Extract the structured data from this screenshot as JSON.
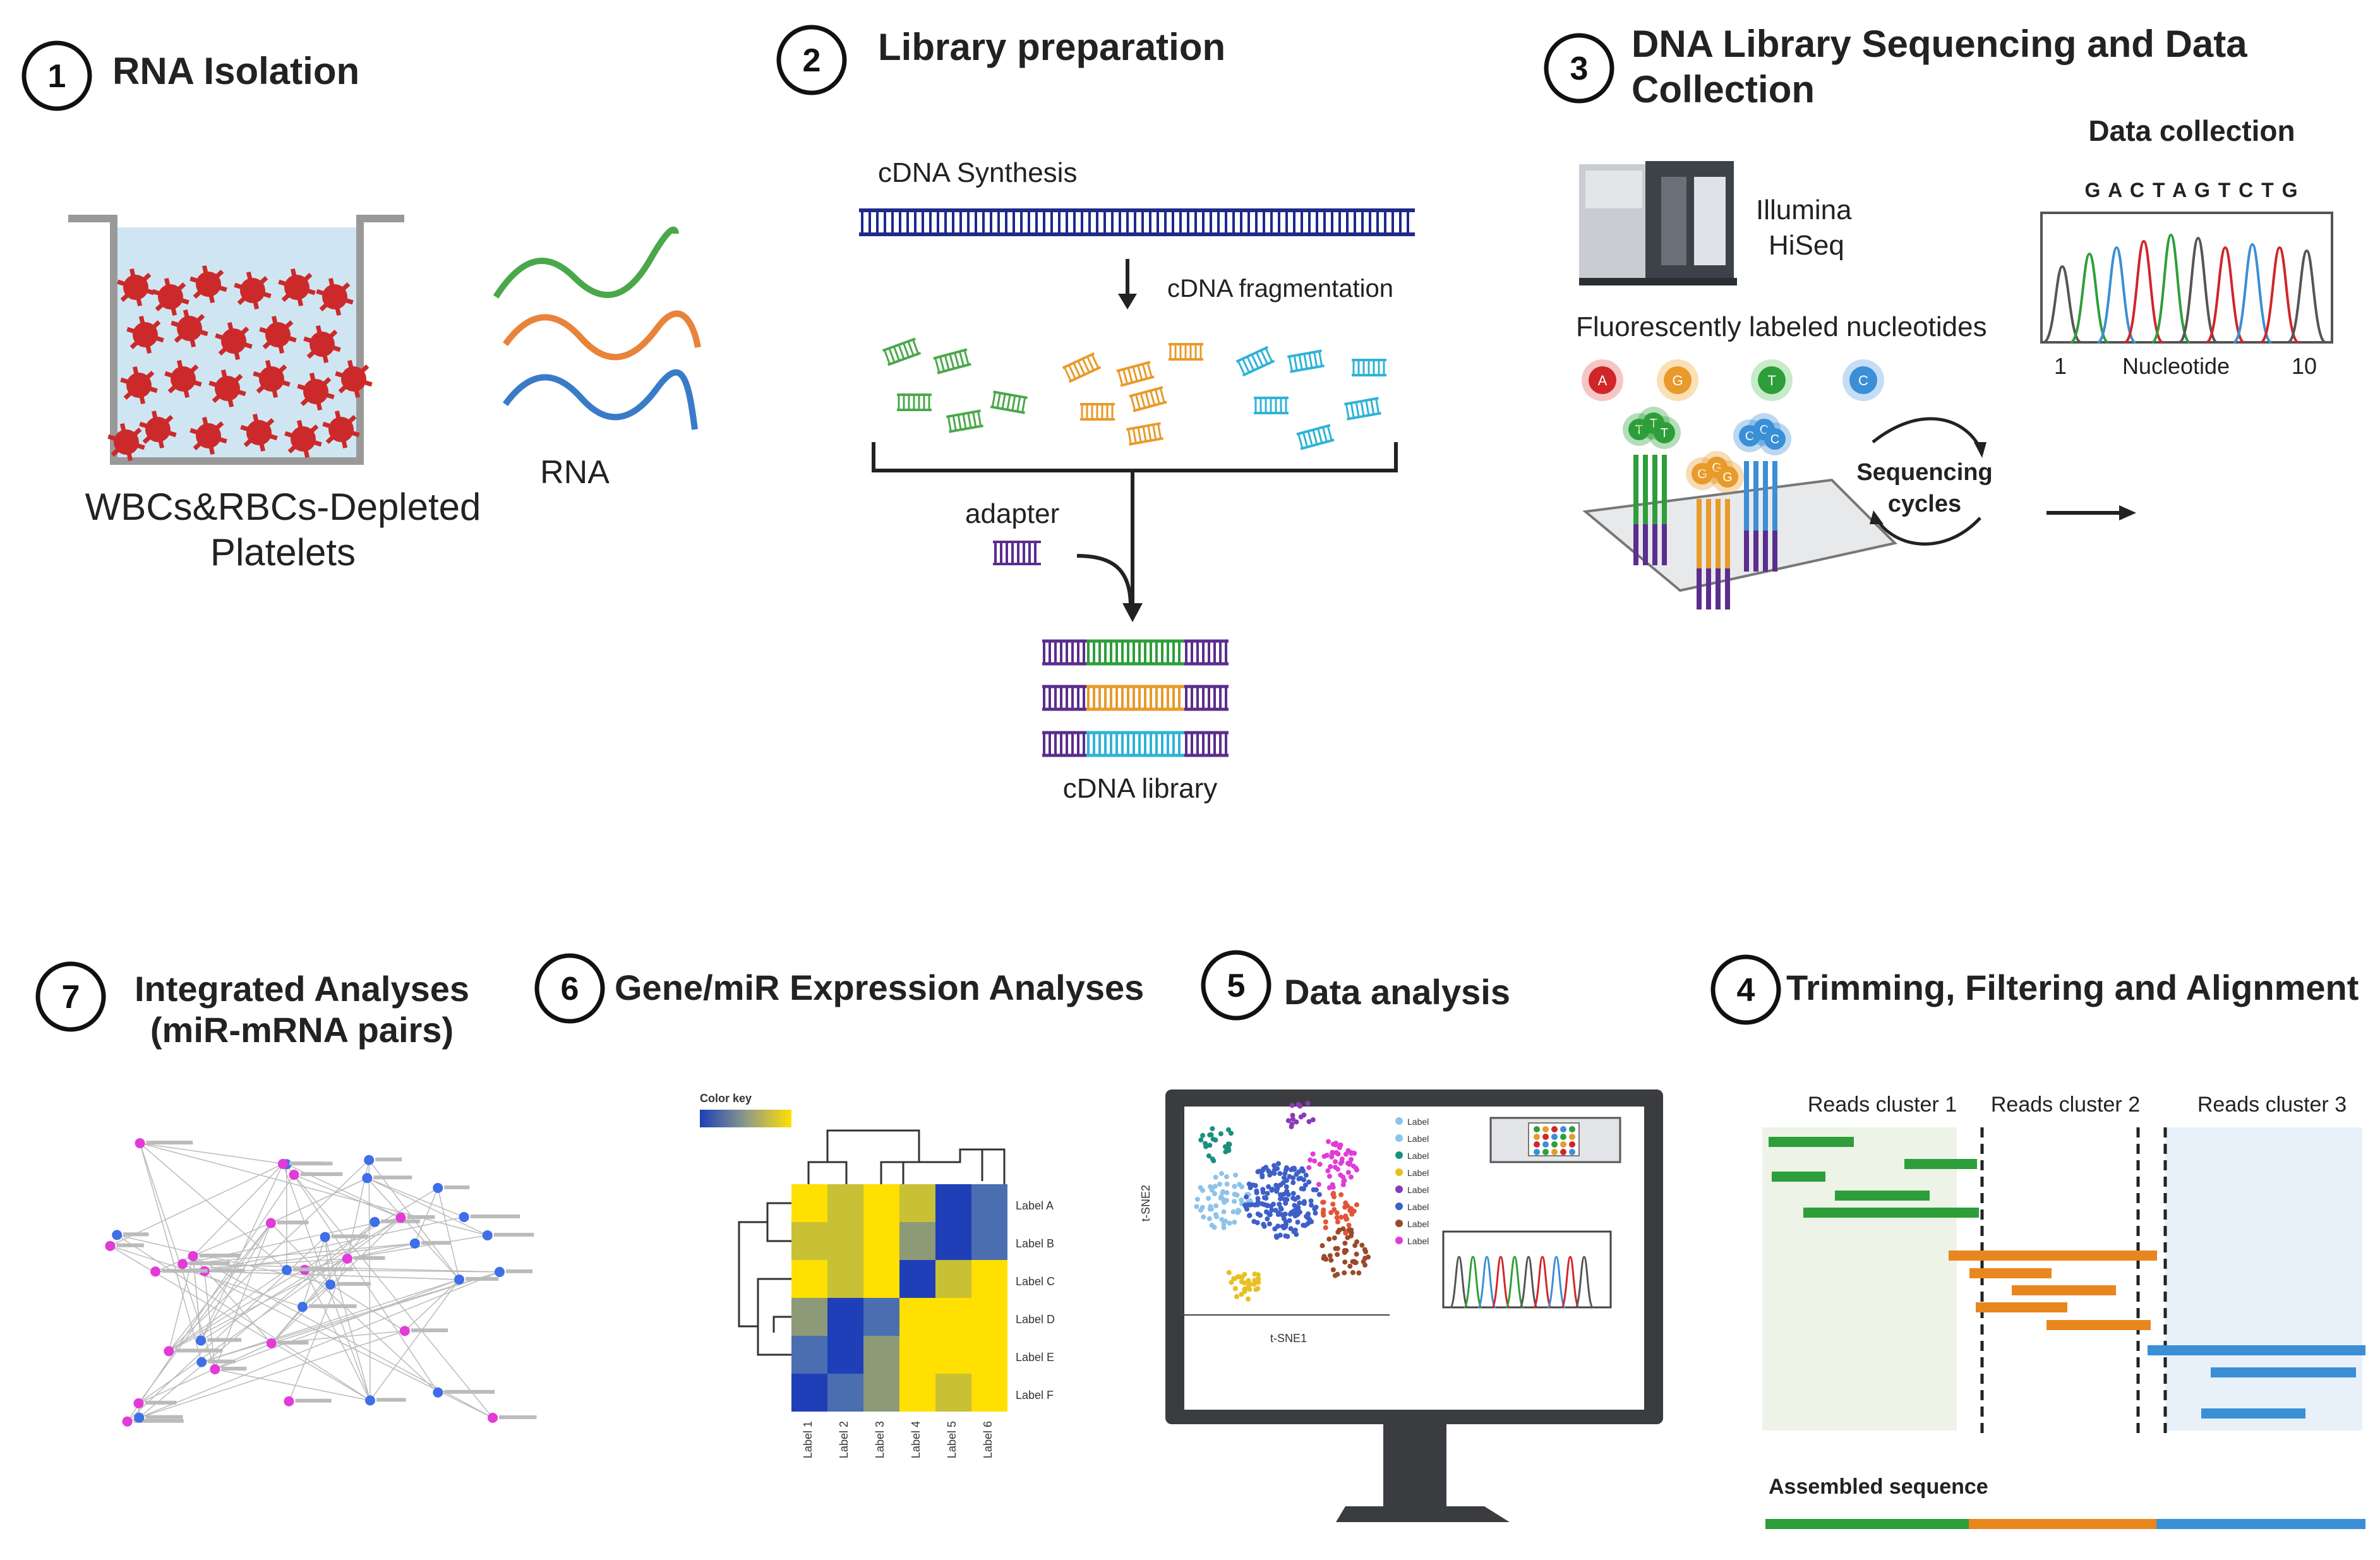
{
  "steps": [
    {
      "num": "1",
      "title": "RNA Isolation"
    },
    {
      "num": "2",
      "title": "Library preparation"
    },
    {
      "num": "3",
      "title_line1": "DNA Library Sequencing and Data",
      "title_line2": "Collection"
    },
    {
      "num": "4",
      "title": "Trimming, Filtering and Alignment"
    },
    {
      "num": "5",
      "title": "Data analysis"
    },
    {
      "num": "6",
      "title": "Gene/miR Expression Analyses"
    },
    {
      "num": "7",
      "title_line1": "Integrated Analyses",
      "title_line2": "(miR-mRNA pairs)"
    }
  ],
  "step1": {
    "sample_line1": "WBCs&RBCs-Depleted",
    "sample_line2": "Platelets",
    "rna": "RNA"
  },
  "step2": {
    "synthesis": "cDNA Synthesis",
    "fragmentation": "cDNA fragmentation",
    "adapter": "adapter",
    "library": "cDNA library"
  },
  "step3": {
    "instrument_line1": "Illumina",
    "instrument_line2": "HiSeq",
    "nucleotides_label": "Fluorescently labeled nucleotides",
    "bases": [
      "A",
      "G",
      "T",
      "C"
    ],
    "cycles_line1": "Sequencing",
    "cycles_line2": "cycles",
    "data_collection": "Data collection",
    "sequence": "G A C T A G T C T G",
    "x_start": "1",
    "x_mid": "Nucleotide",
    "x_end": "10"
  },
  "step4": {
    "clusters": [
      "Reads cluster 1",
      "Reads cluster 2",
      "Reads cluster 3"
    ],
    "assembled": "Assembled sequence"
  },
  "step5": {
    "tsne_x": "t-SNE1",
    "tsne_y": "t-SNE2",
    "legend": [
      "Label",
      "Label",
      "Label",
      "Label",
      "Label",
      "Label",
      "Label",
      "Label"
    ]
  },
  "step6": {
    "color_key": "Color key",
    "rows": [
      "Label A",
      "Label B",
      "Label C",
      "Label D",
      "Label E",
      "Label F"
    ],
    "cols": [
      "Label 1",
      "Label 2",
      "Label 3",
      "Label 4",
      "Label 5",
      "Label 6"
    ]
  },
  "colors": {
    "green": "#2e9e3a",
    "orange": "#e8871e",
    "blue": "#3a8fd6",
    "purple": "#5b2d8e",
    "red": "#d0262a",
    "navy": "#1f2a8a",
    "magenta": "#e23bd8",
    "netblue": "#3e6fe8"
  }
}
